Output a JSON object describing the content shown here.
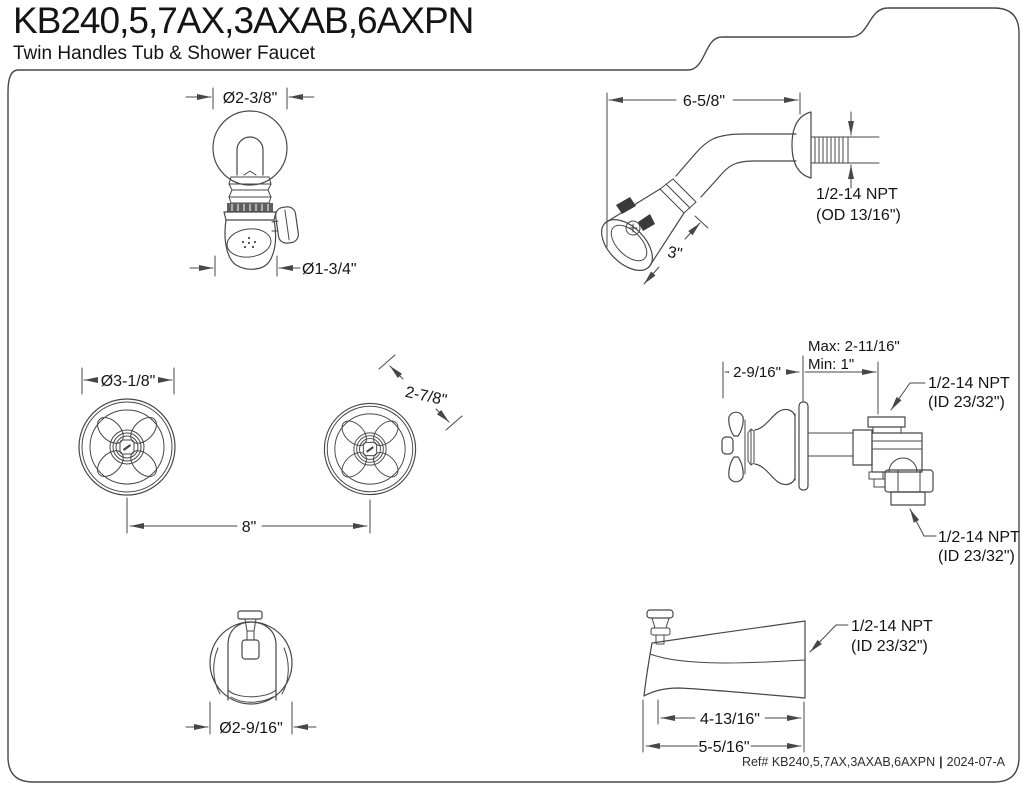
{
  "document": {
    "title": "KB240,5,7AX,3AXAB,6AXPN",
    "subtitle": "Twin Handles Tub & Shower Faucet",
    "footer": {
      "ref_label": "Ref# KB240,5,7AX,3AXAB,6AXPN",
      "separator": "|",
      "revision": "2024-07-A"
    }
  },
  "colors": {
    "line": "#474747",
    "text": "#141414",
    "background": "#ffffff"
  },
  "dimensions": {
    "showerhead_front": {
      "flange_diameter": "Ø2-3/8\"",
      "head_diameter": "Ø1-3/4\""
    },
    "shower_arm_side": {
      "arm_length": "6-5/8\"",
      "head_length": "3\"",
      "thread_line1": "1/2-14 NPT",
      "thread_line2": "(OD 13/16\")"
    },
    "handles_front": {
      "handle_diameter": "Ø3-1/8\"",
      "handle_depth": "2-7/8\"",
      "handle_spacing": "8\""
    },
    "valve_side": {
      "depth_max": "Max: 2-11/16\"",
      "depth_min": "Min: 1\"",
      "trim_depth": "2-9/16\"",
      "top_port_line1": "1/2-14 NPT",
      "top_port_line2": "(ID 23/32\")",
      "bottom_port_line1": "1/2-14 NPT",
      "bottom_port_line2": "(ID 23/32\")"
    },
    "spout_front": {
      "flange_diameter": "Ø2-9/16\""
    },
    "spout_side": {
      "port_line1": "1/2-14 NPT",
      "port_line2": "(ID 23/32\")",
      "spout_reach": "4-13/16\"",
      "overall_length": "5-5/16\""
    }
  }
}
